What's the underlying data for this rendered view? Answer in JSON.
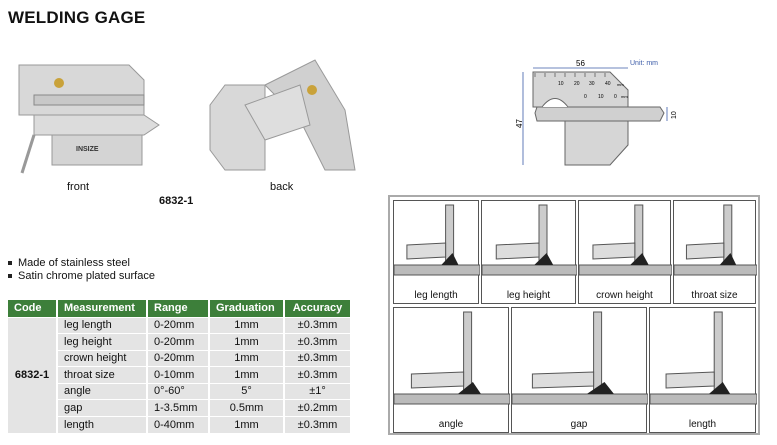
{
  "title": "WELDING GAGE",
  "images": {
    "front_label": "front",
    "back_label": "back",
    "code": "6832-1",
    "brand_logo": "INSIZE"
  },
  "features": [
    "Made of stainless steel",
    "Satin chrome plated surface"
  ],
  "table": {
    "headers": [
      "Code",
      "Measurement",
      "Range",
      "Graduation",
      "Accuracy"
    ],
    "code": "6832-1",
    "rows": [
      [
        "leg length",
        "0-20mm",
        "1mm",
        "±0.3mm"
      ],
      [
        "leg height",
        "0-20mm",
        "1mm",
        "±0.3mm"
      ],
      [
        "crown height",
        "0-20mm",
        "1mm",
        "±0.3mm"
      ],
      [
        "throat size",
        "0-10mm",
        "1mm",
        "±0.3mm"
      ],
      [
        "angle",
        "0°-60°",
        "5°",
        "±1°"
      ],
      [
        "gap",
        "1-3.5mm",
        "0.5mm",
        "±0.2mm"
      ],
      [
        "length",
        "0-40mm",
        "1mm",
        "±0.3mm"
      ]
    ]
  },
  "dimensions": {
    "unit": "Unit: mm",
    "width": "56",
    "height": "47",
    "thickness": "10",
    "scale_top": [
      "10",
      "20",
      "30",
      "40",
      "mm"
    ],
    "scale_slide": [
      "0",
      "10",
      "0",
      "mm"
    ]
  },
  "usage": [
    "leg length",
    "leg height",
    "crown height",
    "throat size",
    "angle",
    "gap",
    "length"
  ],
  "colors": {
    "header_green": "#3d7f3a",
    "row_gray": "#e4e4e4"
  }
}
